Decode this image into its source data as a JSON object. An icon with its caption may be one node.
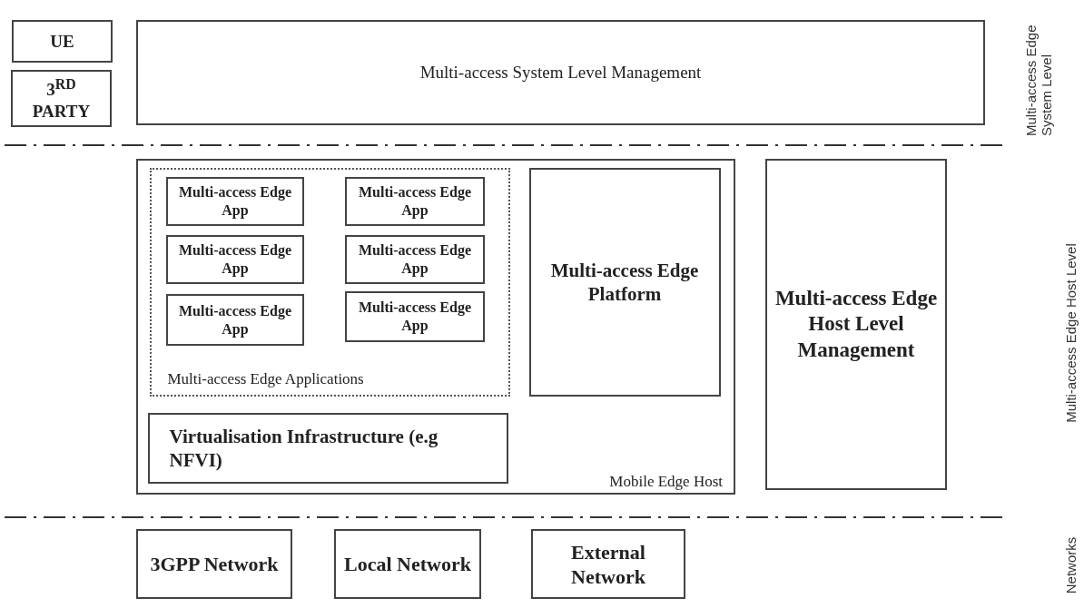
{
  "diagram": {
    "nodes": [
      {
        "text": [
          "UE"
        ]
      },
      {
        "text": [
          "3$^{RD}$ PARTY"
        ]
      },
      {
        "text": [
          "Multi-access System Level Management"
        ]
      },
      {
        "text": [
          "Mobile Edge Host"
        ]
      },
      {
        "text": [
          "Multi-access Edge Applications"
        ],
        "in": 3
      },
      {
        "text": [
          "Multi-access Edge App"
        ],
        "in": 4
      },
      {
        "text": [
          "Multi-access Edge App"
        ],
        "in": 4
      },
      {
        "text": [
          "Multi-access Edge App"
        ],
        "in": 4
      },
      {
        "text": [
          "Multi-access Edge App"
        ],
        "in": 4
      },
      {
        "text": [
          "Multi-access Edge App"
        ],
        "in": 4
      },
      {
        "text": [
          "Multi-access Edge App"
        ],
        "in": 4
      },
      {
        "text": [
          "Multi-access Edge Platform"
        ],
        "in": 3
      },
      {
        "text": [
          "Virtualisation Infrastructure (e.g NFVI)"
        ],
        "in": 3
      },
      {
        "text": [
          "Multi-access Edge Host Level Management"
        ]
      },
      {
        "text": [
          "3GPP Network"
        ]
      },
      {
        "text": [
          "Local Network"
        ]
      },
      {
        "text": [
          "External Network"
        ]
      }
    ],
    "edges": [],
    "labels": [
      "Multi-access Edge System Level",
      "Multi-access Edge Host Level",
      "Networks"
    ]
  }
}
